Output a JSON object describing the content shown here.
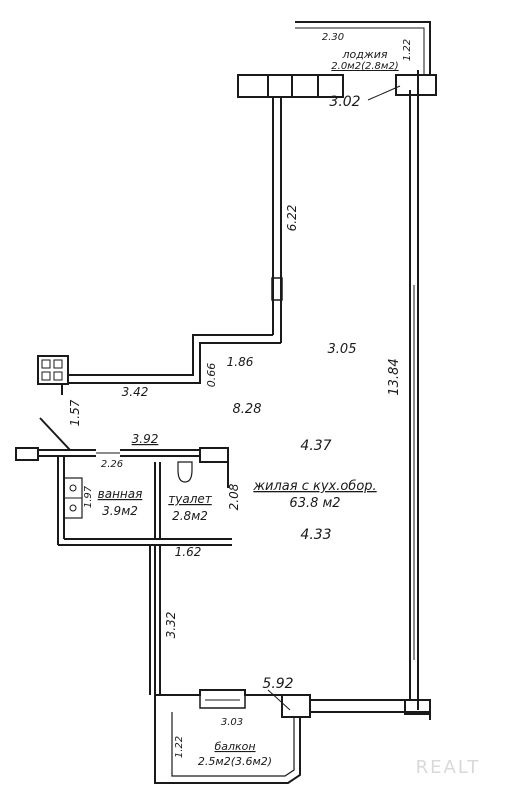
{
  "rooms": {
    "loggia": {
      "name": "лоджия",
      "area": "2.0м2(2.8м2)"
    },
    "bathroom": {
      "name": "ванная",
      "area": "3.9м2"
    },
    "toilet": {
      "name": "туалет",
      "area": "2.8м2"
    },
    "living": {
      "name": "жилая с кух.обор.",
      "area": "63.8 м2"
    },
    "balcony": {
      "name": "балкон",
      "area": "2.5м2(3.6м2)"
    }
  },
  "dimensions": {
    "loggia_width": "2.30",
    "loggia_depth": "1.22",
    "top_length": "3.02",
    "wall_622": "6.22",
    "height_305": "3.05",
    "right_length": "13.84",
    "step_186": "1.86",
    "step_066": "0.66",
    "wall_342": "3.42",
    "wall_157": "1.57",
    "width_828": "8.28",
    "wall_392": "3.92",
    "width_437": "4.37",
    "bath_226": "2.26",
    "bath_197": "1.97",
    "toilet_208": "2.08",
    "width_433": "4.33",
    "corridor_162": "1.62",
    "corridor_332": "3.32",
    "bottom_592": "5.92",
    "balcony_303": "3.03",
    "balcony_122": "1.22"
  },
  "watermark": "REALT"
}
